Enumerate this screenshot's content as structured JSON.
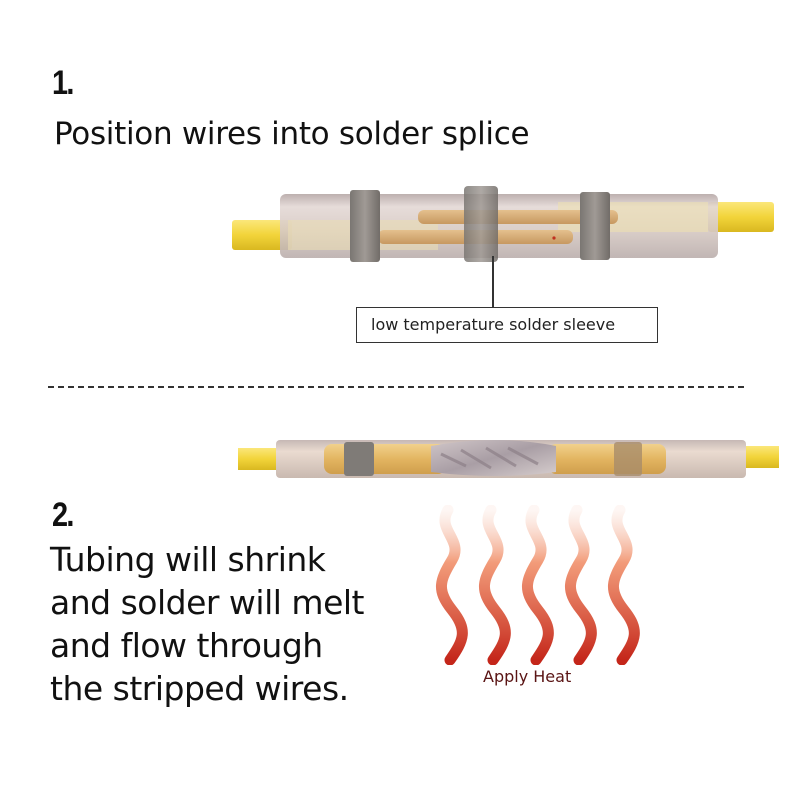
{
  "step1": {
    "number": "1.",
    "title": "Position wires into solder splice",
    "callout_label": "low temperature solder sleeve"
  },
  "divider": "dashed-separator",
  "step2": {
    "number": "2.",
    "description_lines": [
      "Tubing will shrink",
      "and solder will melt",
      "and flow through",
      "the stripped wires."
    ],
    "heat_label": "Apply Heat"
  },
  "colors": {
    "wire_yellow": "#f3d63c",
    "sleeve_clear": "#d9cbc8",
    "sleeve_band_gray": "#8a8580",
    "solder_gold": "#d6a868",
    "heat_red": "#c8321e",
    "heat_orange": "#f07a50",
    "heat_label": "#5a1414"
  }
}
